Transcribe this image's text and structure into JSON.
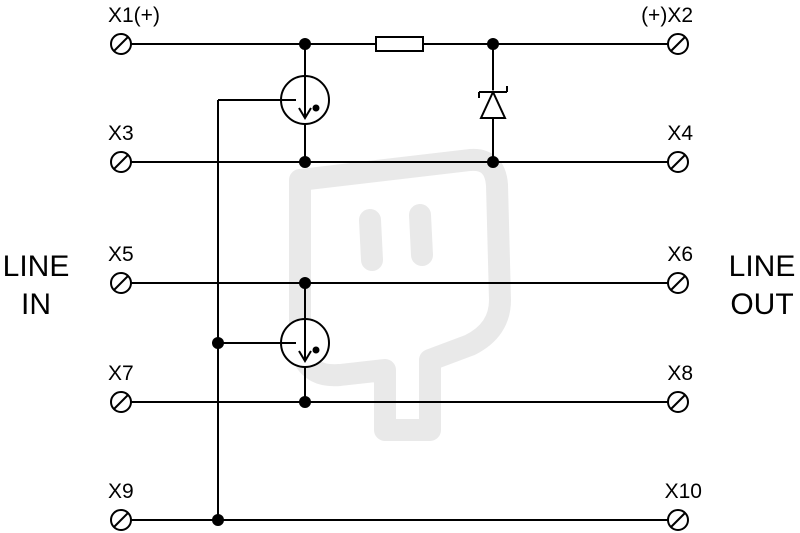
{
  "terminals": {
    "x1": "X1(+)",
    "x2": "(+)X2",
    "x3": "X3",
    "x4": "X4",
    "x5": "X5",
    "x6": "X6",
    "x7": "X7",
    "x8": "X8",
    "x9": "X9",
    "x10": "X10"
  },
  "sides": {
    "line_in_1": "LINE",
    "line_in_2": "IN",
    "line_out_1": "LINE",
    "line_out_2": "OUT"
  },
  "colors": {
    "line": "#000000",
    "background": "#ffffff",
    "watermark": "#e9e9e9"
  }
}
